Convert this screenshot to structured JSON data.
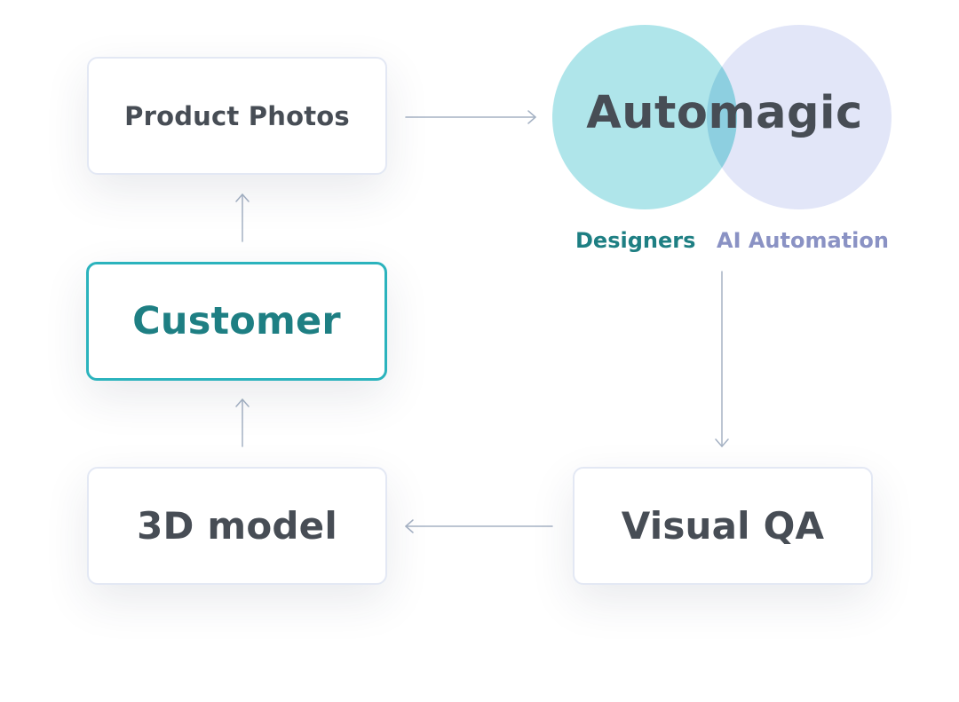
{
  "diagram": {
    "nodes": {
      "product_photos": "Product Photos",
      "customer": "Customer",
      "model_3d": "3D model",
      "visual_qa": "Visual QA"
    },
    "venn": {
      "title": "Automagic",
      "left_label": "Designers",
      "right_label": "AI Automation"
    },
    "edges": [
      {
        "from": "Product Photos",
        "to": "Automagic"
      },
      {
        "from": "Automagic",
        "to": "Visual QA"
      },
      {
        "from": "Visual QA",
        "to": "3D model"
      },
      {
        "from": "3D model",
        "to": "Customer"
      },
      {
        "from": "Customer",
        "to": "Product Photos"
      }
    ],
    "colors": {
      "accent_teal": "#2bb3bd",
      "customer_text": "#1e7f83",
      "designers_circle": "#a8e3e8",
      "ai_circle": "#e2e6f8",
      "ai_label": "#8a92c4",
      "node_text": "#474d55",
      "arrow": "#a5b2c4"
    }
  }
}
